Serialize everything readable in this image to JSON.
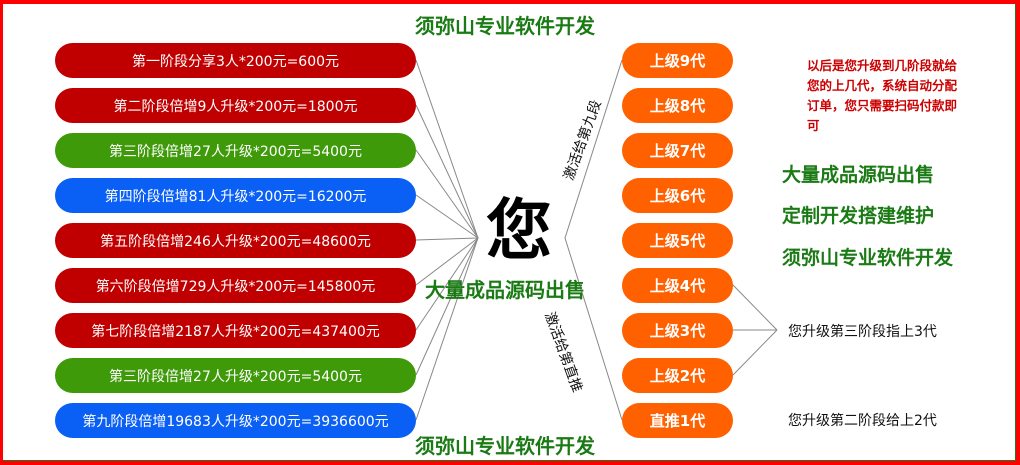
{
  "header": {
    "title": "须弥山专业软件开发"
  },
  "center": {
    "label": "您",
    "overlay": "大量成品源码出售"
  },
  "footer": {
    "title": "须弥山专业软件开发"
  },
  "colors": {
    "red": "#c00000",
    "green": "#3f9a0a",
    "blue": "#0a5ff5",
    "orange": "#ff6000",
    "brand_green": "#1a7a14",
    "border_red": "#ff0000"
  },
  "stages": [
    {
      "label": "第一阶段分享3人*200元=600元",
      "color": "red"
    },
    {
      "label": "第二阶段倍增9人升级*200元=1800元",
      "color": "red"
    },
    {
      "label": "第三阶段倍增27人升级*200元=5400元",
      "color": "green"
    },
    {
      "label": "第四阶段倍增81人升级*200元=16200元",
      "color": "blue"
    },
    {
      "label": "第五阶段倍增246人升级*200元=48600元",
      "color": "red"
    },
    {
      "label": "第六阶段倍增729人升级*200元=145800元",
      "color": "red"
    },
    {
      "label": "第七阶段倍增2187人升级*200元=437400元",
      "color": "red"
    },
    {
      "label": "第三阶段倍增27人升级*200元=5400元",
      "color": "green"
    },
    {
      "label": "第九阶段倍增19683人升级*200元=3936600元",
      "color": "blue"
    }
  ],
  "generations": [
    {
      "label": "上级9代"
    },
    {
      "label": "上级8代"
    },
    {
      "label": "上级7代"
    },
    {
      "label": "上级6代"
    },
    {
      "label": "上级5代"
    },
    {
      "label": "上级4代"
    },
    {
      "label": "上级3代"
    },
    {
      "label": "上级2代"
    },
    {
      "label": "直推1代"
    }
  ],
  "branch_labels": {
    "upper": "激活给第九段",
    "lower": "激活给第直推"
  },
  "note": "以后是您升级到几阶段就给您的上几代，系统自动分配订单，您只需要扫码付款即可",
  "promos": [
    "大量成品源码出售",
    "定制开发搭建维护",
    "须弥山专业软件开发"
  ],
  "captions": {
    "third": "您升级第三阶段指上3代",
    "second": "您升级第二阶段给上2代"
  }
}
